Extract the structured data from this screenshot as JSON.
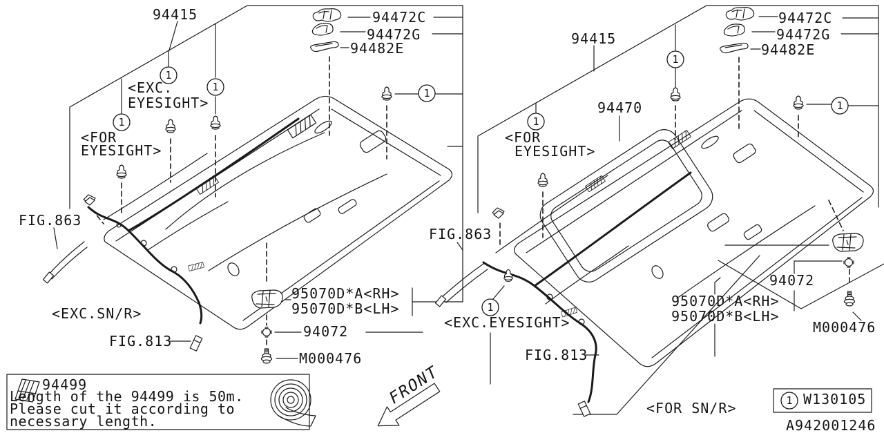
{
  "callout": {
    "symbol": "1"
  },
  "front_arrow": {
    "label": "FRONT"
  },
  "left_view": {
    "headliner_part": "94415",
    "clip_c": "94472C",
    "clip_g": "94472G",
    "bracket_e": "94482E",
    "note_exc_eyesight_1": "<EXC.",
    "note_exc_eyesight_2": "EYESIGHT>",
    "note_for_eyesight_1": "<FOR",
    "note_for_eyesight_2": "EYESIGHT>",
    "ref_fig_863": "FIG.863",
    "note_exc_sunroof": "<EXC.SN/R>",
    "ref_fig_813": "FIG.813",
    "trim_rh": "95070D*A<RH>",
    "trim_lh": "95070D*B<LH>",
    "clip_94072": "94072",
    "screw_m000476": "M000476"
  },
  "right_view": {
    "headliner_part": "94415",
    "sunroof_trim": "94470",
    "clip_c": "94472C",
    "clip_g": "94472G",
    "bracket_e": "94482E",
    "note_for_eyesight_1": "<FOR",
    "note_for_eyesight_2": "EYESIGHT>",
    "ref_fig_863": "FIG.863",
    "note_exc_eyesight": "<EXC.EYESIGHT>",
    "ref_fig_813": "FIG.813",
    "clip_94072": "94072",
    "trim_rh": "95070D*A<RH>",
    "trim_lh": "95070D*B<LH>",
    "screw_m000476": "M000476",
    "note_for_sunroof": "<FOR SN/R>"
  },
  "note_box": {
    "part": "94499",
    "line1": "Length of the 94499 is 50m.",
    "line2": "Please cut it according to",
    "line3": "necessary length."
  },
  "legend": {
    "callout": "1",
    "code": "W130105"
  },
  "doc_number": "A942001246"
}
